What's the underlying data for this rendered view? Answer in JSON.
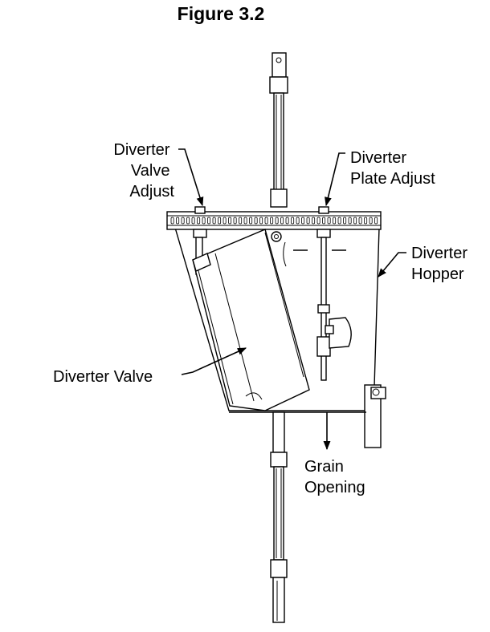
{
  "figure": {
    "title": "Figure 3.2"
  },
  "labels": {
    "valve_adjust": [
      "Diverter",
      "Valve",
      "Adjust"
    ],
    "plate_adjust": [
      "Diverter",
      "Plate Adjust"
    ],
    "hopper": [
      "Diverter",
      "Hopper"
    ],
    "valve": [
      "Diverter Valve"
    ],
    "grain_opening": [
      "Grain",
      "Opening"
    ]
  }
}
